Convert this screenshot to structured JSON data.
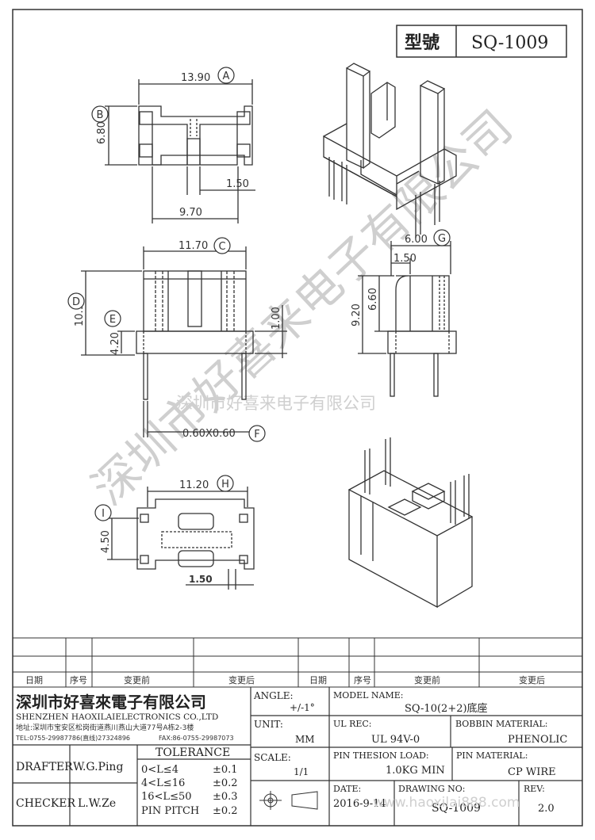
{
  "header": {
    "model_label": "型號",
    "model_number": "SQ-1009"
  },
  "dims": {
    "top_width": "13.90",
    "top_height": "6.80",
    "top_gap": "1.50",
    "top_inner": "9.70",
    "front_width": "11.70",
    "front_height": "10.90",
    "front_base": "4.20",
    "front_slot": "1.00",
    "pin_size": "0.60X0.60",
    "side_width": "6.00",
    "side_wall": "1.50",
    "side_height": "9.20",
    "side_inner": "6.60",
    "bottom_width": "11.20",
    "bottom_height": "4.50",
    "bottom_pitch": "1.50"
  },
  "callouts": [
    "A",
    "B",
    "C",
    "D",
    "E",
    "F",
    "G",
    "H",
    "I"
  ],
  "watermarks": {
    "diagonal": "深圳市好喜来电子有限公司",
    "horizontal": "深圳市好喜来电子有限公司",
    "url": "www.haoxilai888.com"
  },
  "revision_table": {
    "headers": [
      "日期",
      "序号",
      "变更前",
      "变更后",
      "日期",
      "序号",
      "变更前",
      "变更后"
    ]
  },
  "company": {
    "name_cn": "深圳市好喜來電子有限公司",
    "name_en": "SHENZHEN HAOXILAIELECTRONICS CO.,LTD",
    "address": "地址:深圳市宝安区松岗街道燕川燕山大道77号A栋2-3楼",
    "tel": "TEL:0755-29987786(直线)27324896",
    "fax": "FAX:86-0755-29987073"
  },
  "title_block": {
    "angle_label": "ANGLE:",
    "angle_value": "+/-1°",
    "unit_label": "UNIT:",
    "unit_value": "MM",
    "scale_label": "SCALE:",
    "scale_value": "1/1",
    "model_name_label": "MODEL NAME:",
    "model_name_value": "SQ-10(2+2)底座",
    "ul_rec_label": "UL REC:",
    "ul_rec_value": "UL 94V-0",
    "bobbin_material_label": "BOBBIN MATERIAL:",
    "bobbin_material_value": "PHENOLIC",
    "pin_tension_label": "PIN THESION LOAD:",
    "pin_tension_value": "1.0KG MIN",
    "pin_material_label": "PIN MATERIAL:",
    "pin_material_value": "CP  WIRE",
    "date_label": "DATE:",
    "date_value": "2016-9-14",
    "drawing_no_label": "DRAWING NO:",
    "drawing_no_value": "SQ-1009",
    "rev_label": "REV:",
    "rev_value": "2.0",
    "drafter_label": "DRAFTER",
    "drafter_value": "W.G.Ping",
    "checker_label": "CHECKER",
    "checker_value": "L.W.Ze"
  },
  "tolerance": {
    "title": "TOLERANCE",
    "rows": [
      {
        "range": "0<L≤4",
        "value": "±0.1"
      },
      {
        "range": "4<L≤16",
        "value": "±0.2"
      },
      {
        "range": "16<L≤50",
        "value": "±0.3"
      },
      {
        "range": "PIN PITCH",
        "value": "±0.2"
      }
    ]
  }
}
